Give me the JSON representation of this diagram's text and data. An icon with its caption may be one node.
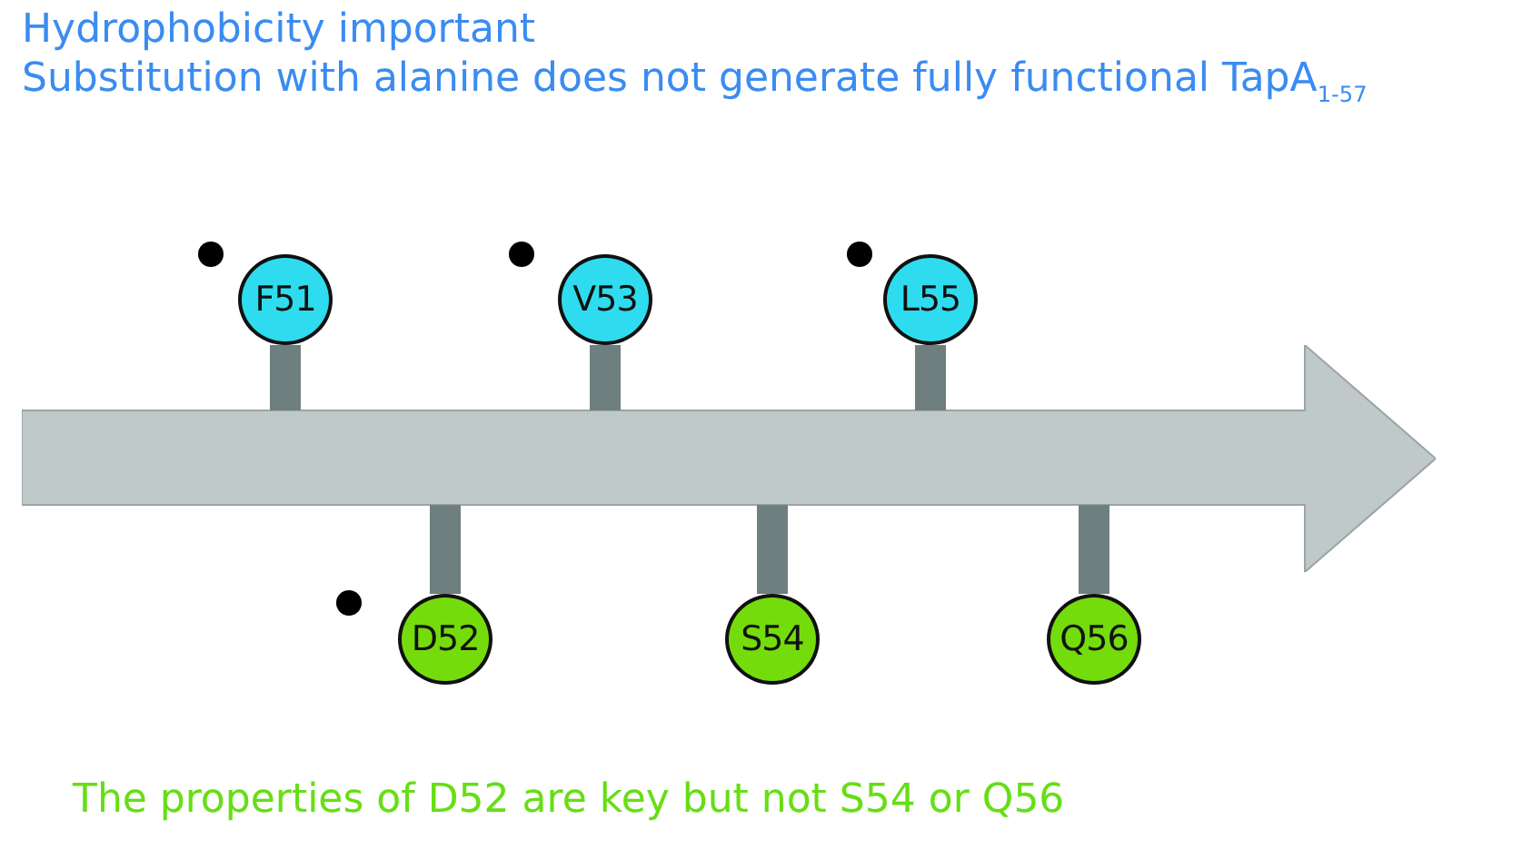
{
  "diagram": {
    "nodes": [
      {
        "text": [
          "F51"
        ]
      },
      {
        "text": [
          "V53"
        ]
      },
      {
        "text": [
          "L55"
        ]
      },
      {
        "text": [],
        "shape": "arrow"
      },
      {
        "text": [
          "D52"
        ]
      },
      {
        "text": [
          "S54"
        ]
      },
      {
        "text": [
          "Q56"
        ]
      }
    ],
    "edges": [
      {
        "from": 0,
        "to": 3,
        "arrow": "none"
      },
      {
        "from": 1,
        "to": 3,
        "arrow": "none"
      },
      {
        "from": 2,
        "to": 3,
        "arrow": "none"
      },
      {
        "from": 4,
        "to": 3,
        "arrow": "none"
      },
      {
        "from": 5,
        "to": 3,
        "arrow": "none"
      },
      {
        "from": 6,
        "to": 3,
        "arrow": "none"
      }
    ],
    "labels": [
      "Hydrophobicity important",
      "Substitution with alanine does not generate fully functional TapA$_{1-57}$",
      "The properties of D52 are key but not S54 or Q56"
    ]
  }
}
